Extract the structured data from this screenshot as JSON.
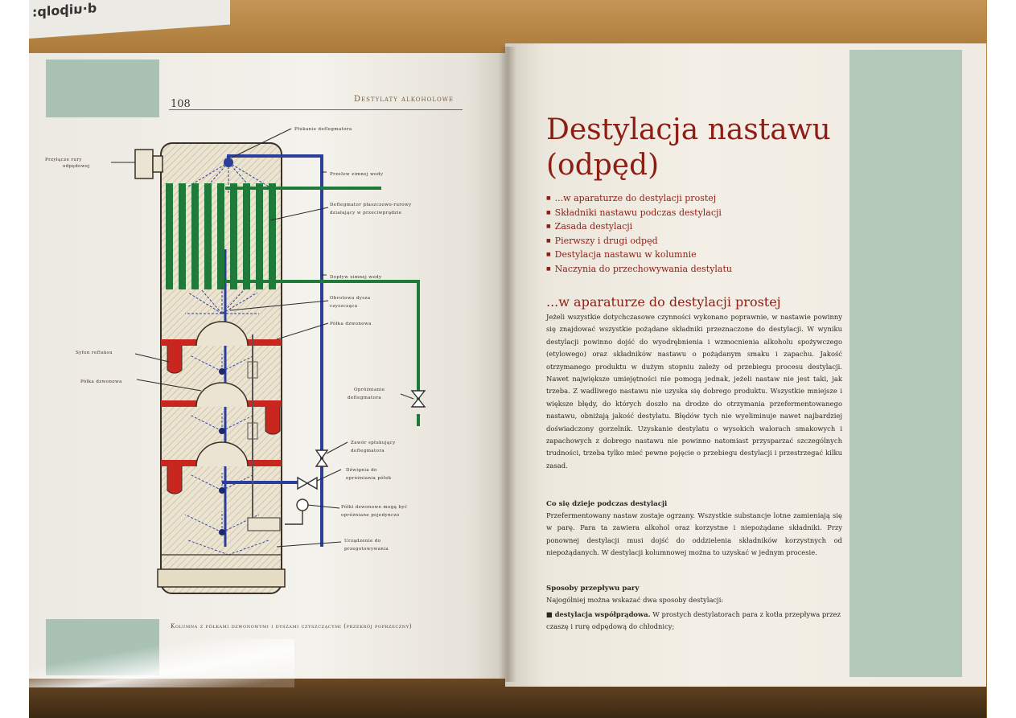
{
  "left_page": {
    "page_number": "108",
    "running_head": "Destylaty alkoholowe",
    "caption": "Kolumna z półkami dzwonowymi i dyszami czyszczącymi (przekrój poprzeczny)",
    "diagram_labels": {
      "plukanie": "Płukanie deflegmatora",
      "przylacze1": "Przyłącze rury",
      "przylacze2": "odpędowej",
      "przelew": "Przelew zimnej wody",
      "defleg1": "Deflegmator płaszczowo-rurowy",
      "defleg2": "działający w przeciwprądzie",
      "doplyw": "Dopływ zimnej wody",
      "dysza1": "Obrotowa dysza",
      "dysza2": "czyszcząca",
      "polka1": "Półka dzwonowa",
      "syfon": "Syfon refluksu",
      "polka2": "Półka dzwonowa",
      "oproz1": "Opróżnianie",
      "oproz2": "deflegmatora",
      "zawor1": "Zawór spłukujący",
      "zawor2": "deflegmatora",
      "dzwig1": "Dźwignia do",
      "dzwig2": "opróżniania półek",
      "polki1": "Półki dzwonowe mogą być",
      "polki2": "opróżniane pojedynczo",
      "urzadz1": "Urządzenie do",
      "urzadz2": "przegotowywania"
    }
  },
  "right_page": {
    "title_line1": "Destylacja nastawu",
    "title_line2": "(odpęd)",
    "toc": [
      "...w aparaturze do destylacji prostej",
      "Składniki nastawu podczas destylacji",
      "Zasada destylacji",
      "Pierwszy i drugi odpęd",
      "Destylacja nastawu w kolumnie",
      "Naczynia do przechowywania destylatu"
    ],
    "section_heading": "...w aparaturze do destylacji prostej",
    "para1": "Jeżeli wszystkie dotychczasowe czynności wykonano poprawnie, w nastawie powinny się znajdować wszystkie pożądane składniki przeznaczone do destylacji. W wyniku destylacji powinno dojść do wyodrębnienia i wzmocnienia alkoholu spożywczego (etylowego) oraz składników nastawu o pożądanym smaku i zapachu. Jakość otrzymanego produktu w dużym stopniu zależy od przebiegu procesu destylacji. Nawet największe umiejętności nie pomogą jednak, jeżeli nastaw nie jest taki, jak trzeba. Z wadliwego nastawu nie uzyska się dobrego produktu. Wszystkie mniejsze i większe błędy, do których doszło na drodze do otrzymania przefermentowanego nastawu, obniżają jakość destylatu. Błędów tych nie wyeliminuje nawet najbardziej doświadczony gorzelnik. Uzyskanie destylatu o wysokich walorach smakowych i zapachowych z dobrego nastawu nie powinno natomiast przysparzać szczególnych trudności, trzeba tylko mieć pewne pojęcie o przebiegu destylacji i przestrzegać kilku zasad.",
    "subheading1": "Co się dzieje podczas destylacji",
    "para2": "Przefermentowany nastaw zostaje ogrzany. Wszystkie substancje lotne zamieniają się w parę. Para ta zawiera alkohol oraz korzystne i niepożądane składniki. Przy ponownej destylacji musi dojść do oddzielenia składników korzystnych od niepożądanych. W destylacji kolumnowej można to uzyskać w jednym procesie.",
    "subheading2": "Sposoby przepływu pary",
    "para3": "Najogólniej można wskazać dwa sposoby destylacji:",
    "bullet_bold": "destylacja współprądowa.",
    "bullet_text": " W prostych destylatorach para z kotła przepływa przez czaszę i rurę odpędową do chłodnicy;"
  },
  "colors": {
    "accent_red": "#8e1d14",
    "column_blue": "#2b3f9a",
    "cooler_green": "#1f7a3a",
    "tray_red": "#c8261e",
    "tab_green": "#a9c2b4"
  }
}
